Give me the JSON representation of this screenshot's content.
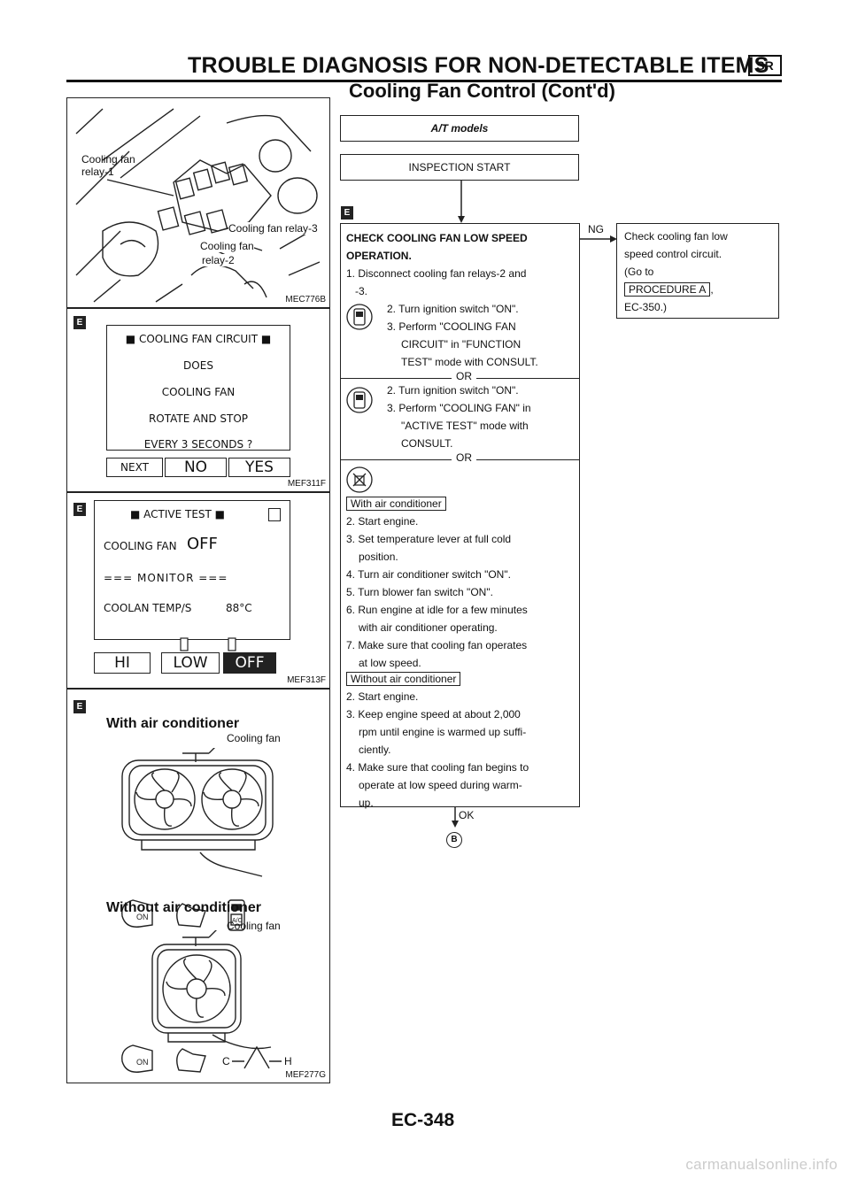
{
  "header": {
    "title": "TROUBLE DIAGNOSIS FOR NON-DETECTABLE ITEMS",
    "subtitle": "Cooling Fan Control (Cont'd)",
    "badge": "SR"
  },
  "fig1": {
    "label_relay1": "Cooling fan relay-1",
    "label_relay3": "Cooling fan relay-3",
    "label_fan": "Cooling fan",
    "label_relay2": "relay-2",
    "code": "MEC776B"
  },
  "fig2": {
    "title": "■ COOLING FAN CIRCUIT ■",
    "lines": [
      "DOES",
      "COOLING FAN",
      "ROTATE AND STOP",
      "EVERY 3 SECONDS ?"
    ],
    "buttons": [
      "NEXT",
      "NO",
      "YES"
    ],
    "code": "MEF311F"
  },
  "fig3": {
    "title": "■ ACTIVE TEST ■",
    "cooling_fan_label": "COOLING FAN",
    "cooling_fan_value": "OFF",
    "monitor": "=== MONITOR ===",
    "coolan_label": "COOLAN TEMP/S",
    "coolan_value": "88°C",
    "buttons": [
      "HI",
      "LOW",
      "OFF"
    ],
    "code": "MEF313F"
  },
  "fig4": {
    "with_ac": "With air conditioner",
    "cooling_fan_a": "Cooling fan",
    "without_ac": "Without air conditioner",
    "cooling_fan_b": "Cooling fan",
    "c_label": "C",
    "h_label": "H",
    "code": "MEF277G"
  },
  "flow": {
    "model": "A/T models",
    "start": "INSPECTION START",
    "check_title": "CHECK COOLING FAN LOW SPEED OPERATION.",
    "step1a": "1. Disconnect cooling fan relays-2 and",
    "step1b": "-3.",
    "c1_step2": "2. Turn ignition switch \"ON\".",
    "c1_step3a": "3. Perform \"COOLING FAN",
    "c1_step3b": "CIRCUIT\" in \"FUNCTION",
    "c1_step3c": "TEST\" mode with CONSULT.",
    "or": "OR",
    "c2_step2": "2. Turn ignition switch \"ON\".",
    "c2_step3a": "3. Perform \"COOLING FAN\" in",
    "c2_step3b": "\"ACTIVE TEST\" mode with",
    "c2_step3c": "CONSULT.",
    "with_ac_tag": "With air conditioner",
    "w_steps": [
      "2. Start engine.",
      "3. Set temperature lever at full cold",
      "position.",
      "4. Turn air conditioner switch \"ON\".",
      "5. Turn blower fan switch \"ON\".",
      "6. Run engine at idle for a few minutes",
      "with air conditioner operating.",
      "7. Make sure that cooling fan operates",
      "at low speed."
    ],
    "without_ac_tag": "Without air conditioner",
    "wo_steps": [
      "2. Start engine.",
      "3. Keep engine speed at about 2,000",
      "rpm until engine is warmed up suffi-",
      "ciently.",
      "4. Make sure that cooling fan begins to",
      "operate at low speed during warm-",
      "up."
    ],
    "ng": "NG",
    "ok": "OK",
    "next_ref": "B",
    "ng_box_lines": [
      "Check cooling fan low",
      "speed control circuit.",
      "(Go to"
    ],
    "ng_proc": "PROCEDURE A",
    "ng_ref": "EC-350.)"
  },
  "footer": {
    "page": "EC-348",
    "watermark": "carmanualsonline.info"
  }
}
